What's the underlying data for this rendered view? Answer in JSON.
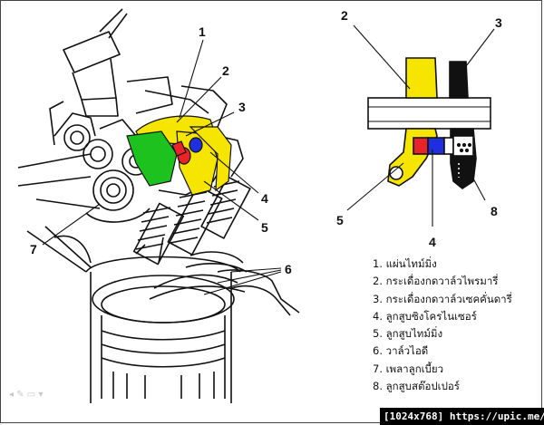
{
  "callouts": {
    "engine": [
      "1",
      "2",
      "3",
      "4",
      "5",
      "6",
      "7"
    ],
    "detail": [
      "2",
      "3",
      "4",
      "5",
      "8"
    ]
  },
  "legend": [
    "1. แผ่นไทม์มิ่ง",
    "2. กระเดื่องกดวาล์วไพรมารี่",
    "3. กระเดื่องกดวาล์วเซคคั่นดารี่",
    "4. ลูกสูบซิงโครไนเซอร์",
    "5. ลูกสูบไทม์มิ่ง",
    "6. วาล์วไอดี",
    "7. เพลาลูกเบี้ยว",
    "8. ลูกสูบสต๊อปเปอร์"
  ],
  "watermark": "[1024x768] https://upic.me/",
  "colors": {
    "yellow": "#f5e500",
    "green": "#1ec21e",
    "red": "#e8232a",
    "blue": "#1f2fe0",
    "black": "#111111"
  }
}
